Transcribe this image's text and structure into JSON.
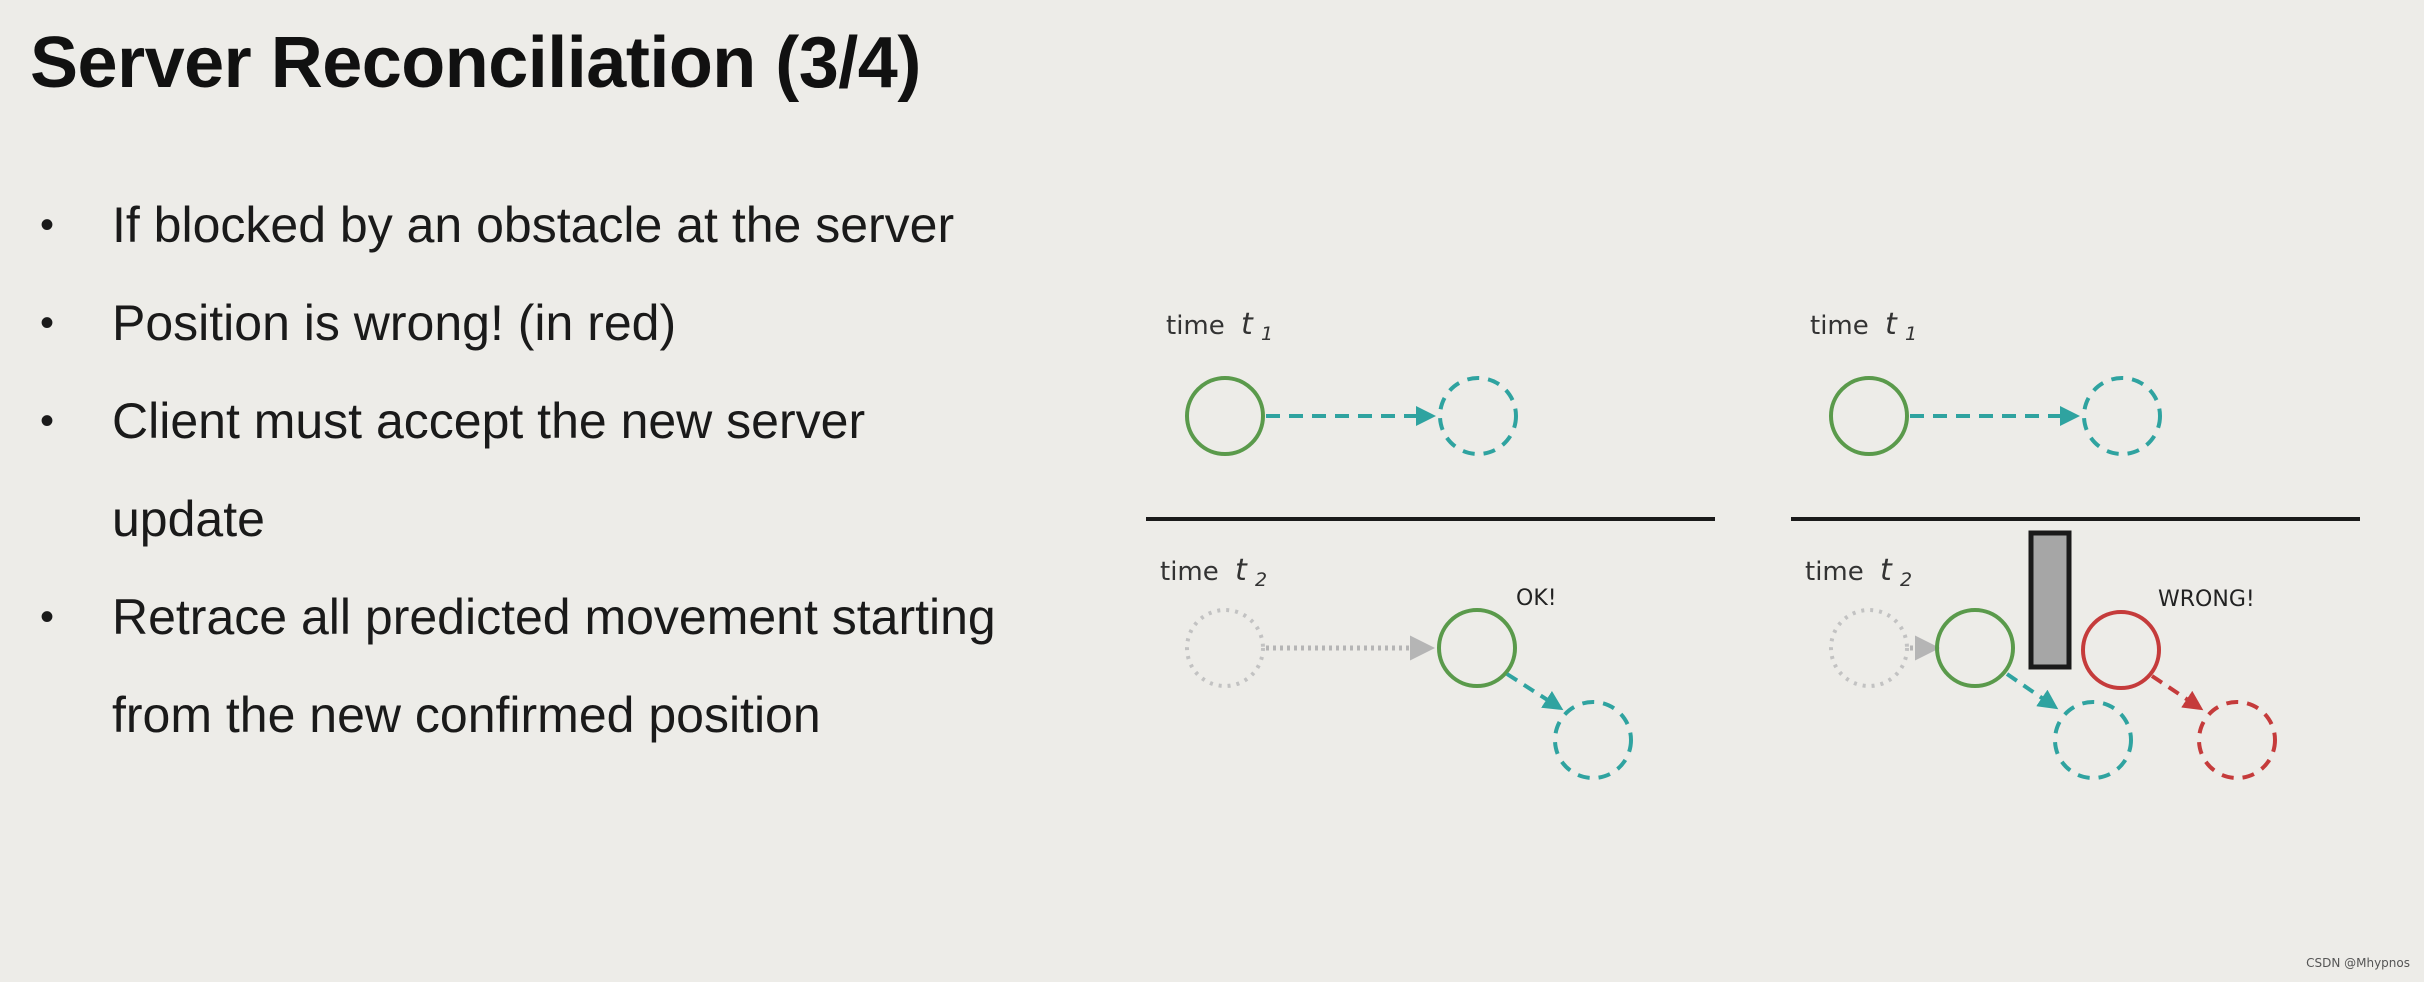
{
  "slide": {
    "title": "Server Reconciliation (3/4)",
    "bullets": [
      "If blocked by an obstacle at the server",
      "Position is wrong! (in red)",
      "Client must accept the new server",
      "update",
      "Retrace all predicted movement starting",
      "from the new confirmed position"
    ],
    "bullet_symbol": "•"
  },
  "diagram": {
    "time_word": "time",
    "t1_var": "t",
    "t1_sub": "1",
    "t2_var": "t",
    "t2_sub": "2",
    "ok_label": "OK!",
    "wrong_label": "WRONG!",
    "colors": {
      "green": "#5a9a4b",
      "teal": "#2fa3a0",
      "red": "#c53b3b",
      "gray_dotted": "#bdbdbd",
      "obstacle_fill": "#a6a6a6",
      "divider": "#1a1a1a"
    }
  },
  "footer": {
    "credit": "CSDN @Mhypnos"
  }
}
